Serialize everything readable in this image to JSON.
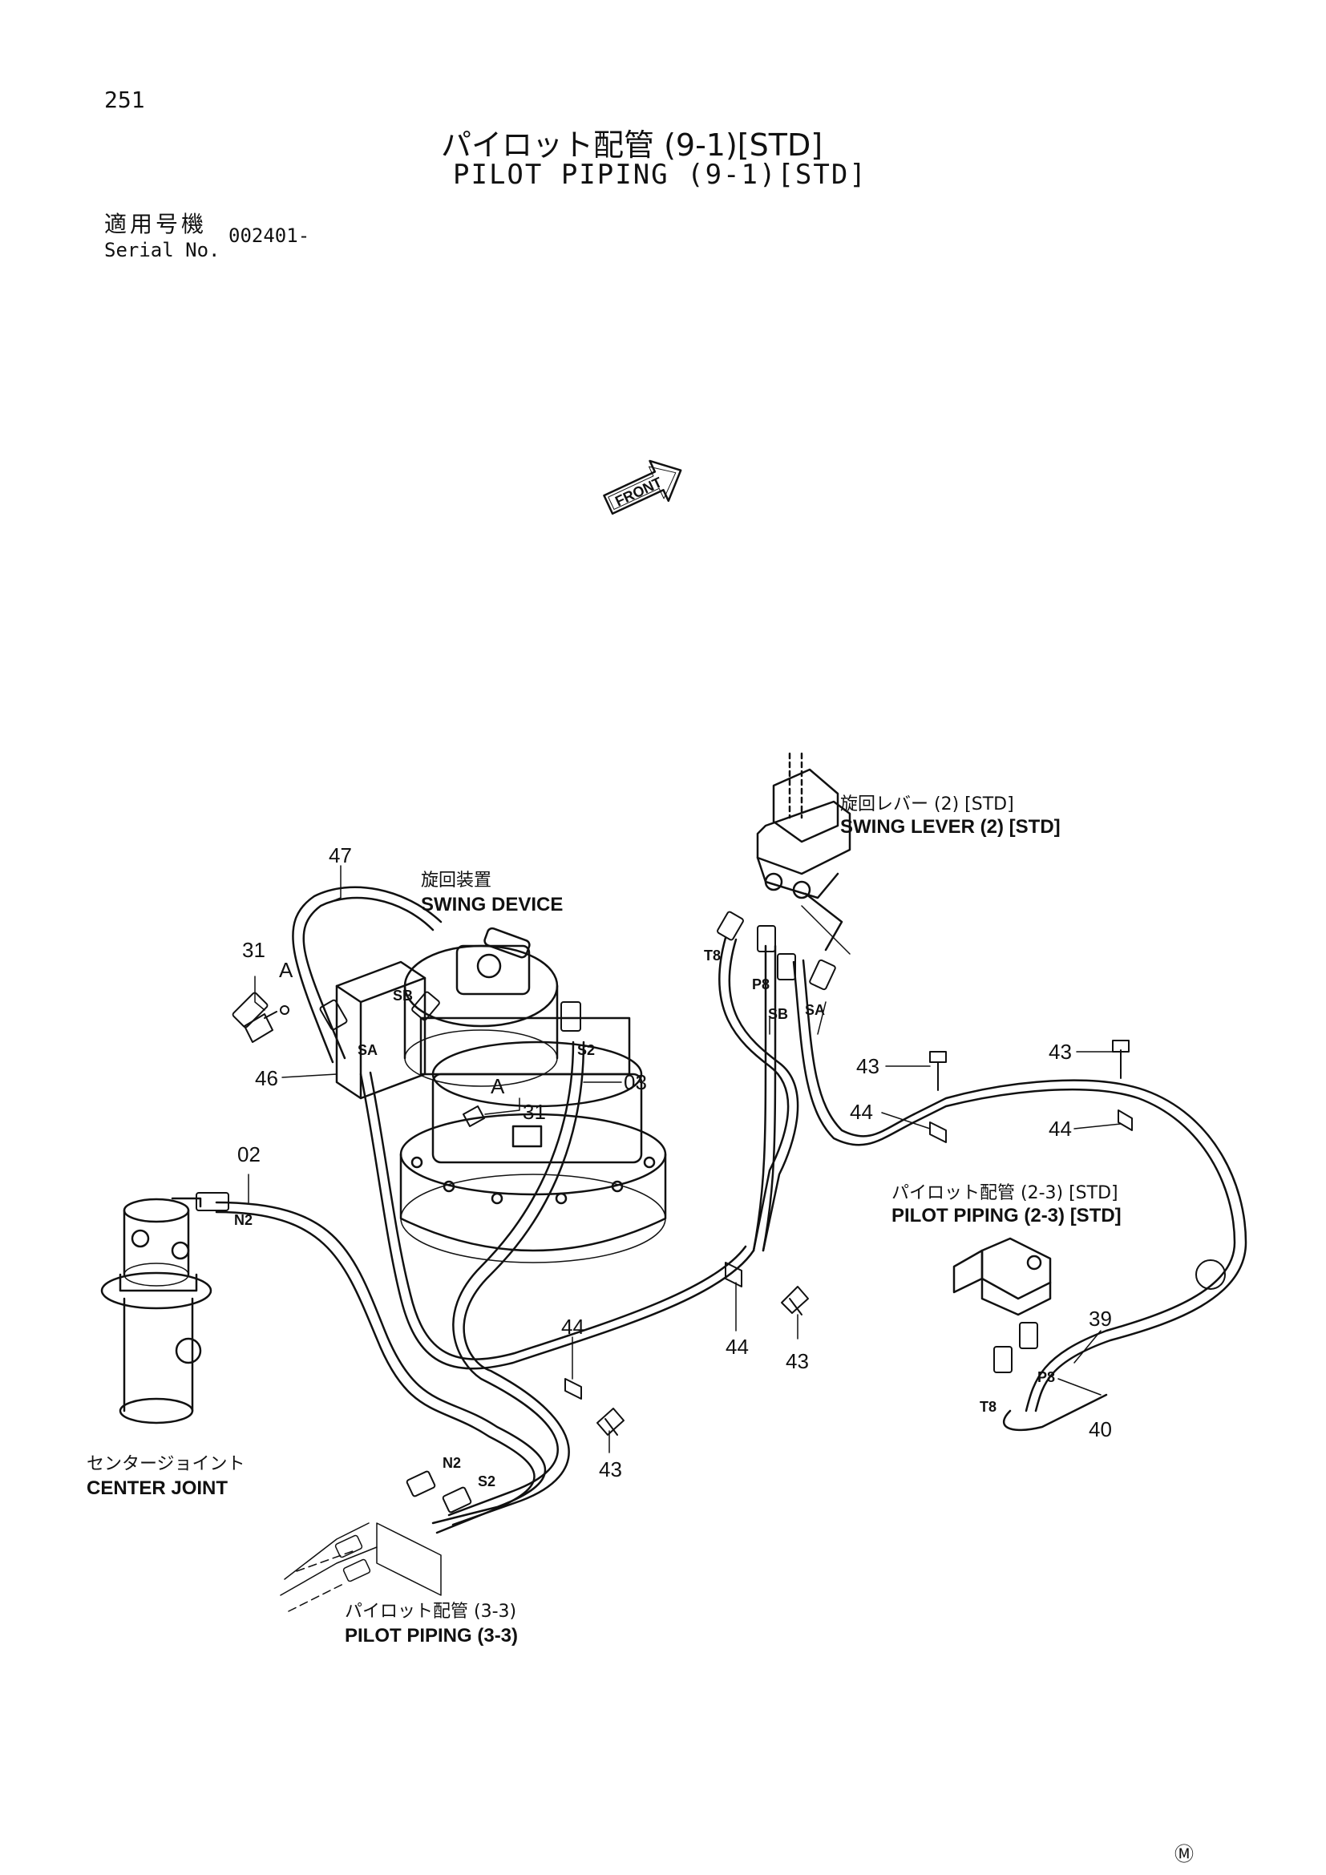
{
  "page": {
    "number": "251"
  },
  "title": {
    "japanese": "パイロット配管 (9-1)[STD]",
    "english": "PILOT PIPING (9-1)[STD]"
  },
  "serial": {
    "label_ja": "適用号機",
    "label_en": "Serial No.",
    "value": "002401-"
  },
  "front_arrow": {
    "label": "FRONT"
  },
  "components": {
    "swing_lever": {
      "ja": "旋回レバー (2) [STD]",
      "en": "SWING LEVER (2) [STD]"
    },
    "swing_device": {
      "ja": "旋回装置",
      "en": "SWING DEVICE"
    },
    "center_joint": {
      "ja": "センタージョイント",
      "en": "CENTER JOINT"
    },
    "pilot_piping_2_3": {
      "ja": "パイロット配管 (2-3) [STD]",
      "en": "PILOT PIPING (2-3) [STD]"
    },
    "pilot_piping_3_3": {
      "ja": "パイロット配管 (3-3)",
      "en": "PILOT PIPING (3-3)"
    }
  },
  "callouts": {
    "c47": "47",
    "c31a": "31",
    "c31b": "31",
    "c46": "46",
    "c02": "02",
    "c03": "03",
    "c43a": "43",
    "c43b": "43",
    "c43c": "43",
    "c43d": "43",
    "c44a": "44",
    "c44b": "44",
    "c44c": "44",
    "c44d": "44",
    "c39": "39",
    "c40": "40",
    "detailA1": "A",
    "detailA2": "A"
  },
  "ports": {
    "sb1": "SB",
    "sa1": "SA",
    "s2a": "S2",
    "n2a": "N2",
    "t8a": "T8",
    "p8a": "P8",
    "sb2": "SB",
    "sa2": "SA",
    "p8b": "P8",
    "t8b": "T8",
    "n2b": "N2",
    "s2b": "S2"
  },
  "footer": {
    "mark": "Ⓜ"
  }
}
